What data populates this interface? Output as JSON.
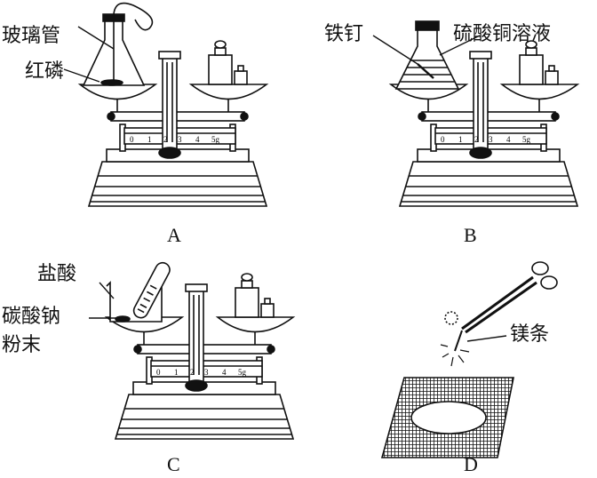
{
  "labels": {
    "a_glass_tube": "玻璃管",
    "a_red_phosphorus": "红磷",
    "b_iron_nail": "铁钉",
    "b_copper_sulfate": "硫酸铜溶液",
    "c_hydrochloric_acid": "盐酸",
    "c_sodium_carbonate_1": "碳酸钠",
    "c_sodium_carbonate_2": "粉末",
    "d_magnesium_ribbon": "镁条"
  },
  "captions": [
    "A",
    "B",
    "C",
    "D"
  ],
  "scale_ticks": [
    "0",
    "1",
    "2",
    "3",
    "4",
    "5g"
  ]
}
